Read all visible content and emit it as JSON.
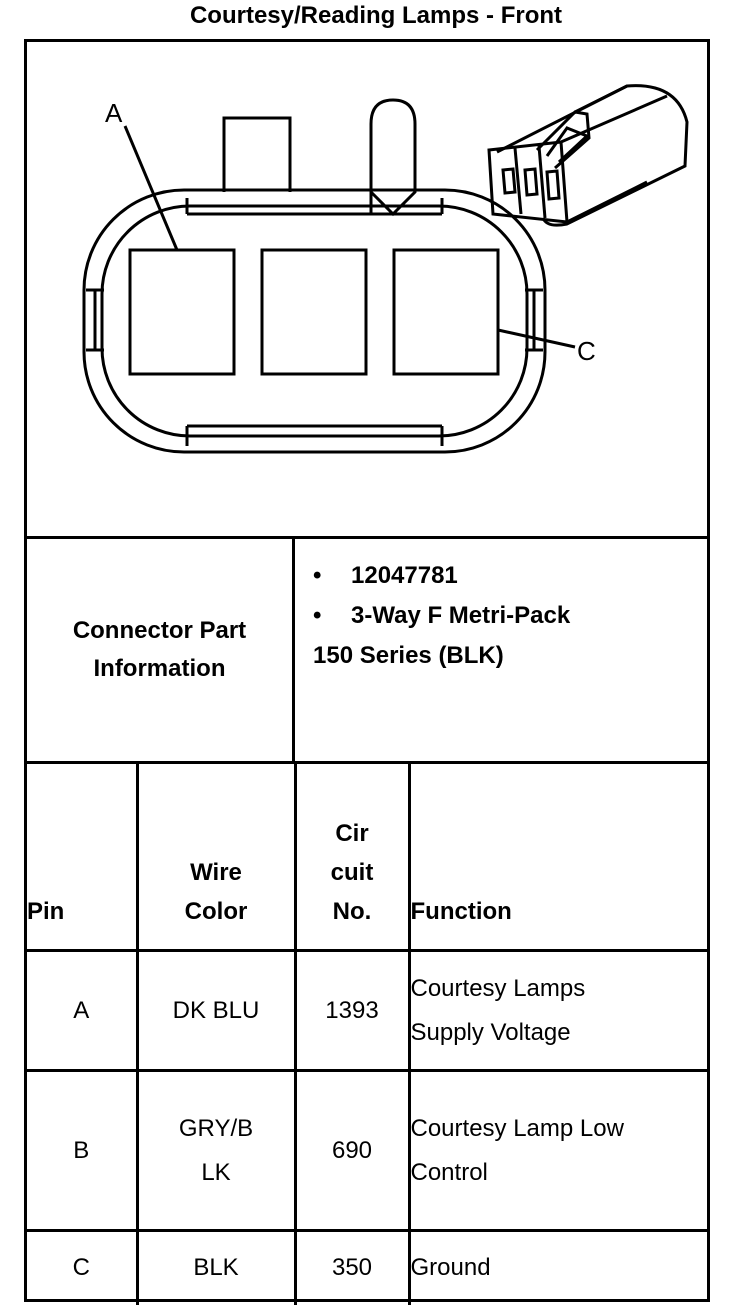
{
  "title": "Courtesy/Reading Lamps - Front",
  "diagram": {
    "callouts": [
      "A",
      "C"
    ]
  },
  "connector_info": {
    "label_line1": "Connector Part",
    "label_line2": "Information",
    "part_number": "12047781",
    "description_line1": "3-Way F Metri-Pack",
    "description_line2": "150 Series (BLK)",
    "bullet": "•"
  },
  "pin_table": {
    "headers": {
      "pin": "Pin",
      "wire_color_line1": "Wire",
      "wire_color_line2": "Color",
      "circuit_line1": "Cir",
      "circuit_line2": "cuit",
      "circuit_line3": "No.",
      "function": "Function"
    },
    "rows": [
      {
        "pin": "A",
        "color_line1": "DK BLU",
        "color_line2": "",
        "circuit": "1393",
        "function_line1": "Courtesy Lamps",
        "function_line2": "Supply Voltage"
      },
      {
        "pin": "B",
        "color_line1": "GRY/B",
        "color_line2": "LK",
        "circuit": "690",
        "function_line1": "Courtesy Lamp Low",
        "function_line2": "Control"
      },
      {
        "pin": "C",
        "color_line1": "BLK",
        "color_line2": "",
        "circuit": "350",
        "function_line1": "Ground",
        "function_line2": ""
      }
    ]
  }
}
